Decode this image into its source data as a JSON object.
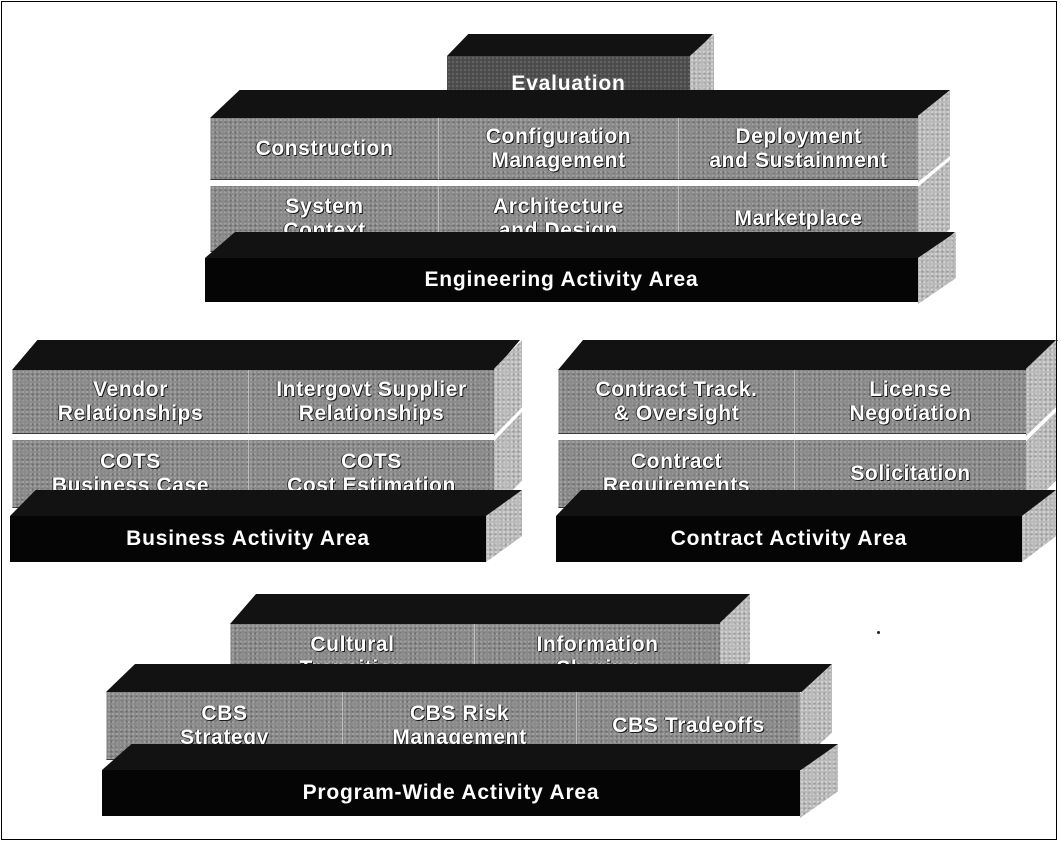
{
  "engineering": {
    "evaluation": "Evaluation",
    "construction": "Construction",
    "configuration_management": "Configuration\nManagement",
    "deployment_sustainment": "Deployment\nand Sustainment",
    "system_context": "System\nContext",
    "architecture_design": "Architecture\nand Design",
    "marketplace": "Marketplace",
    "base_label": "Engineering Activity Area"
  },
  "business": {
    "vendor_relationships": "Vendor\nRelationships",
    "intergovt_supplier": "Intergovt Supplier\nRelationships",
    "cots_business_case": "COTS\nBusiness Case",
    "cots_cost_estimation": "COTS\nCost Estimation",
    "base_label": "Business Activity Area"
  },
  "contract": {
    "contract_tracking": "Contract Track.\n& Oversight",
    "license_negotiation": "License\nNegotiation",
    "contract_requirements": "Contract\nRequirements",
    "solicitation": "Solicitation",
    "base_label": "Contract Activity Area"
  },
  "program": {
    "cultural_transition": "Cultural\nTransition",
    "information_sharing": "Information\nSharing",
    "cbs_strategy": "CBS\nStrategy",
    "cbs_risk_management": "CBS Risk\nManagement",
    "cbs_tradeoffs": "CBS Tradeoffs",
    "base_label": "Program-Wide Activity Area"
  }
}
